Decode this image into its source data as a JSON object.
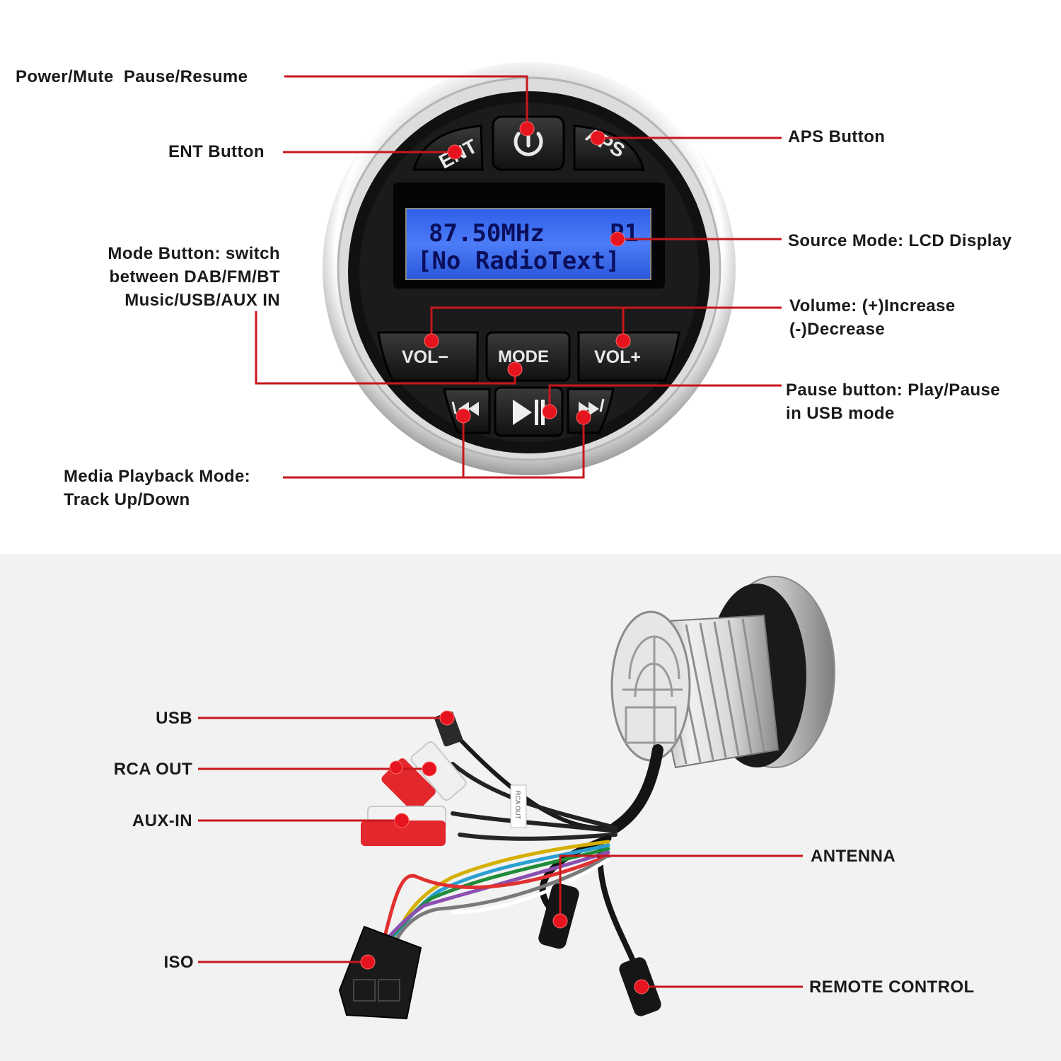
{
  "colors": {
    "callout_line": "#c8161d",
    "callout_dot": "#e5141e",
    "lcd_background": "#3b6cf2",
    "lcd_text": "#0a0f5c",
    "label_text": "#1a1a1a"
  },
  "device": {
    "buttons": {
      "ent": "ENT",
      "aps": "APS",
      "vol_minus": "VOL−",
      "mode": "MODE",
      "vol_plus": "VOL+"
    },
    "icons": [
      "power-icon",
      "prev-track-icon",
      "play-pause-icon",
      "next-track-icon"
    ],
    "lcd": {
      "line1_left": "87.50MHz",
      "line1_right": "P1",
      "line2": "[No RadioText]"
    },
    "cable_tag": "RCA OUT"
  },
  "callouts_front": {
    "power": "Power/Mute  Pause/Resume",
    "ent": "ENT Button",
    "aps": "APS Button",
    "mode": [
      "Mode Button: switch",
      "between DAB/FM/BT",
      "Music/USB/AUX IN"
    ],
    "lcd": "Source Mode: LCD Display",
    "volume": [
      "Volume: (+)Increase",
      "(-)Decrease"
    ],
    "pause": [
      "Pause button: Play/Pause",
      "in USB mode"
    ],
    "media": [
      "Media Playback Mode:",
      "Track Up/Down"
    ]
  },
  "callouts_back": {
    "usb": "USB",
    "rca_out": "RCA OUT",
    "aux_in": "AUX-IN",
    "iso": "ISO",
    "antenna": "ANTENNA",
    "remote": "REMOTE CONTROL"
  }
}
